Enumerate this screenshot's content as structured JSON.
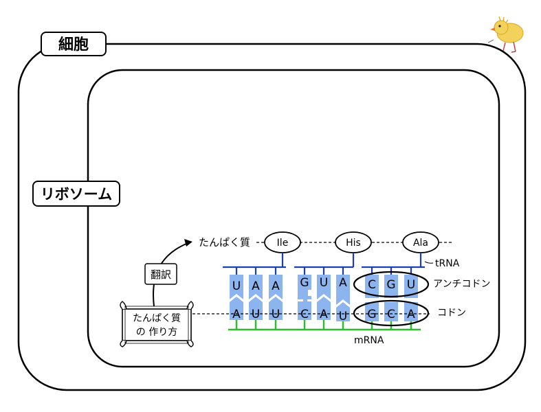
{
  "cell_label": "細胞",
  "ribosome_label": "リボソーム",
  "protein_label": "たんぱく質",
  "translation_label": "翻訳",
  "scroll_text": [
    "たんぱく質",
    "の 作り方"
  ],
  "amino_acids": [
    "Ile",
    "His",
    "Ala"
  ],
  "anticodon_bases": [
    "U",
    "A",
    "A",
    "G",
    "U",
    "A",
    "C",
    "G",
    "U"
  ],
  "codon_bases": [
    "A",
    "U",
    "U",
    "C",
    "A",
    "U",
    "G",
    "C",
    "A"
  ],
  "trna_label": "tRNA",
  "anticodon_label": "アンチコドン",
  "codon_label": "コドン",
  "mrna_label": "mRNA",
  "colors": {
    "nucleotide_fill": "#8cb4ee",
    "trna_line": "#1a3fb0",
    "mrna_line": "#2ebd2e",
    "outline": "#000000"
  },
  "decoration": "chick-icon"
}
